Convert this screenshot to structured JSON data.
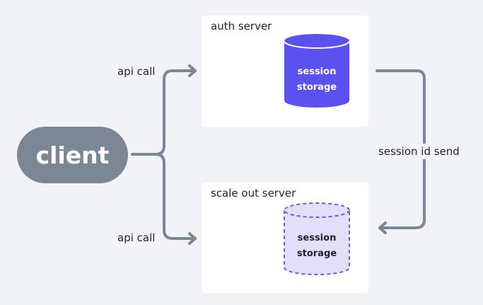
{
  "client": {
    "label": "client"
  },
  "auth_server": {
    "title": "auth server",
    "storage_line1": "session",
    "storage_line2": "storage"
  },
  "scale_server": {
    "title": "scale out server",
    "storage_line1": "session",
    "storage_line2": "storage"
  },
  "edges": {
    "api_call_top": "api call",
    "api_call_bottom": "api call",
    "session_id_send": "session id send"
  },
  "colors": {
    "arrow": "#7b8795",
    "storage_solid": "#5b50f0",
    "storage_dashed_fill": "#e3defa",
    "storage_dashed_stroke": "#6a5ae6",
    "client": "#7b8795"
  }
}
